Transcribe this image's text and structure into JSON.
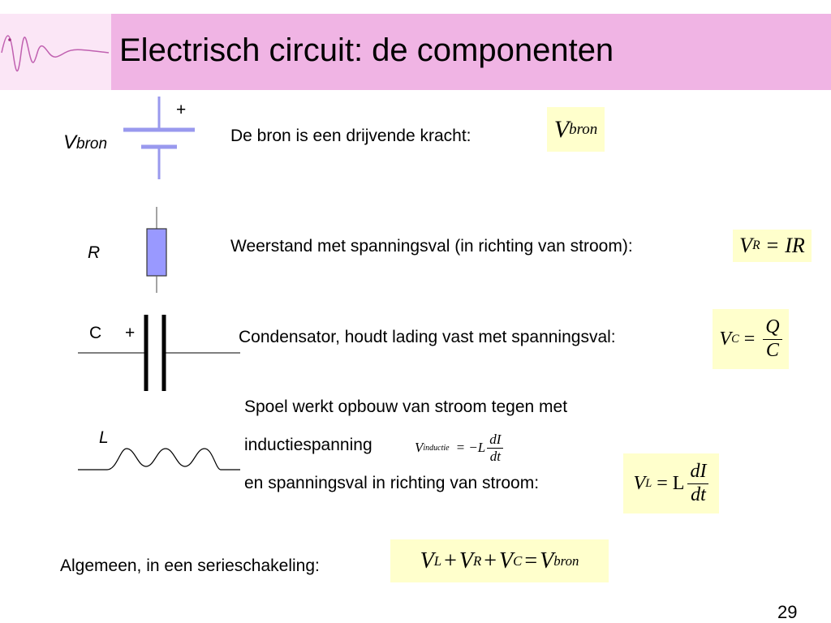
{
  "slide": {
    "title": "Electrisch circuit: de componenten",
    "page_number": "29"
  },
  "source": {
    "symbol_label_v": "V",
    "symbol_label_sub": "bron",
    "plus_sign": "+",
    "text": "De bron is een drijvende kracht:",
    "formula_v": "V",
    "formula_sub": "bron"
  },
  "resistor": {
    "symbol_label": "R",
    "text": "Weerstand met spanningsval (in richting van stroom):",
    "formula_lhs_v": "V",
    "formula_lhs_sub": "R",
    "formula_eq": "=",
    "formula_rhs": "IR"
  },
  "capacitor": {
    "symbol_label": "C",
    "plus_sign": "+",
    "text": "Condensator, houdt lading vast met spanningsval:",
    "formula_lhs_v": "V",
    "formula_lhs_sub": "C",
    "formula_eq": "=",
    "formula_num": "Q",
    "formula_den": "C"
  },
  "inductor": {
    "symbol_label": "L",
    "text_line1": "Spoel werkt opbouw van stroom tegen met",
    "text_line2": "inductiespanning",
    "text_line3": "en spanningsval in richting van stroom:",
    "inline_formula_v": "V",
    "inline_formula_sub": "inductie",
    "inline_formula_eq": "= −L",
    "inline_formula_num": "dI",
    "inline_formula_den": "dt",
    "formula_lhs_v": "V",
    "formula_lhs_sub": "L",
    "formula_eq": "= L",
    "formula_num": "dI",
    "formula_den": "dt"
  },
  "general": {
    "text": "Algemeen, in een serieschakeling:",
    "formula_parts": {
      "v1": "V",
      "s1": "L",
      "p1": "+",
      "v2": "V",
      "s2": "R",
      "p2": "+",
      "v3": "V",
      "s3": "C",
      "eq": "=",
      "v4": "V",
      "s4": "bron"
    }
  },
  "colors": {
    "header_band": "#f0b4e4",
    "logo_box": "#fbe6f6",
    "formula_bg": "#ffffcc",
    "component_fill": "#9999ff",
    "component_line": "#9999ee"
  }
}
